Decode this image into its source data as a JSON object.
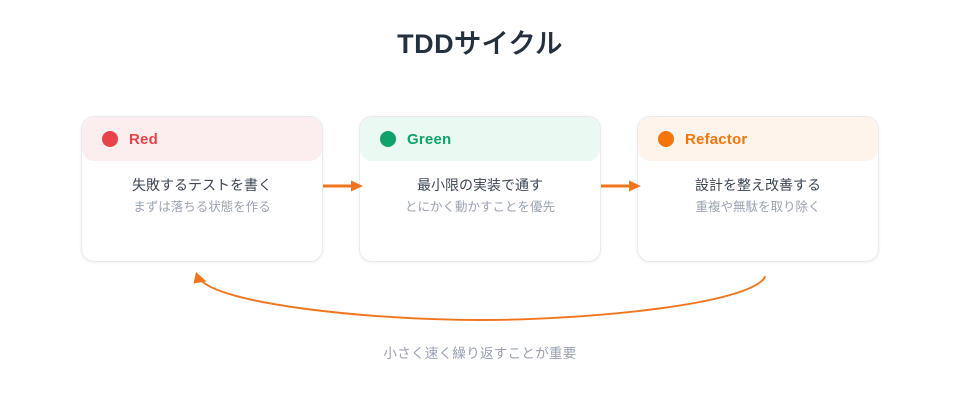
{
  "page": {
    "title": "TDDサイクル",
    "background": "#ffffff",
    "caption": "小さく速く繰り返すことが重要"
  },
  "colors": {
    "title_text": "#25303f",
    "primary_text": "#3d4654",
    "secondary_text": "#9aa3b2",
    "caption_text": "#98a1b1",
    "arrow": "#F0761E",
    "card_border": "#e8eaee",
    "card_background": "#ffffff"
  },
  "cards": [
    {
      "label": "Red",
      "accent": "#E8434A",
      "header_background": "#FCEEEE",
      "dot": "red-dot",
      "primary": "失敗するテストを書く",
      "secondary": "まずは落ちる状態を作る"
    },
    {
      "label": "Green",
      "accent": "#0FA36B",
      "header_background": "#EAFAF2",
      "dot": "green-dot",
      "primary": "最小限の実装で通す",
      "secondary": "とにかく動かすことを優先"
    },
    {
      "label": "Refactor",
      "accent": "#F2760C",
      "header_background": "#FEF4EC",
      "dot": "orange-dot",
      "primary": "設計を整え改善する",
      "secondary": "重複や無駄を取り除く"
    }
  ],
  "connectors": [
    {
      "name": "red-to-green",
      "direction": "right"
    },
    {
      "name": "green-to-refactor",
      "direction": "right"
    }
  ],
  "feedback_loop": {
    "name": "refactor-back-to-red",
    "direction": "left",
    "color": "#F0761E"
  }
}
